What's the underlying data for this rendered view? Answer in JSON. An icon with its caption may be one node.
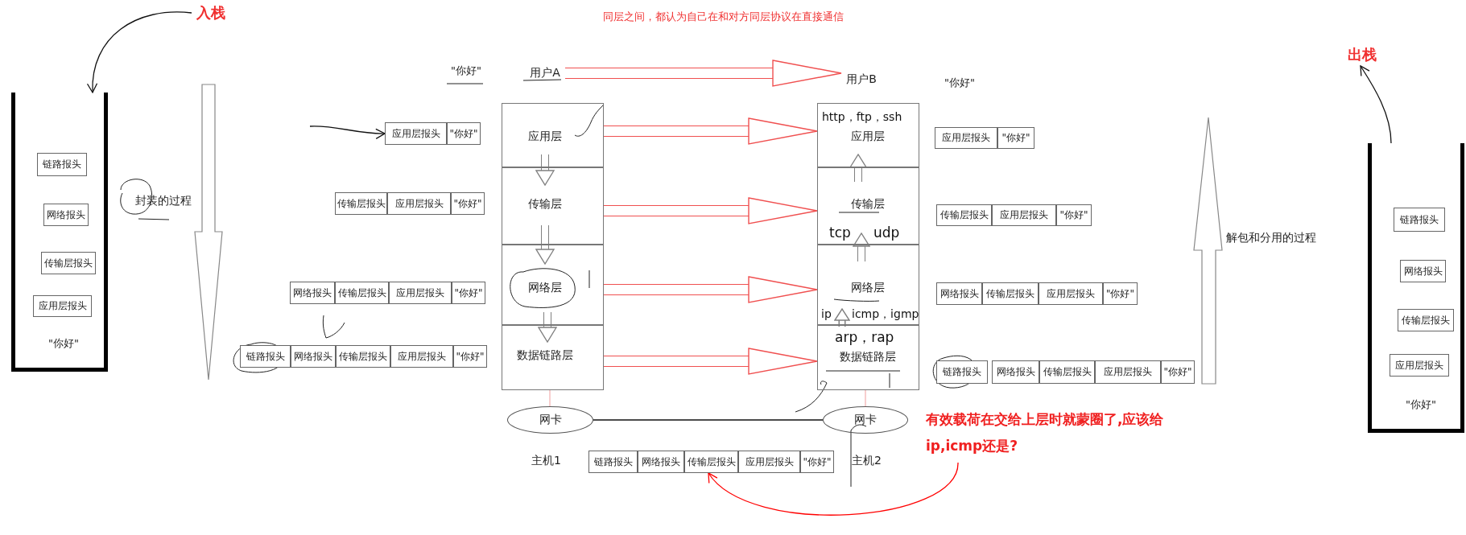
{
  "diagram": {
    "title": "同层之间，都认为自己在和对方同层协议在直接通信",
    "nodes": [
      {
        "text": [
          "入栈"
        ]
      },
      {
        "text": [
          "\"你好\""
        ]
      },
      {
        "text": [
          "链路报头"
        ],
        "in": 1
      },
      {
        "text": [
          "网络报头"
        ],
        "in": 1
      },
      {
        "text": [
          "传输层报头"
        ],
        "in": 1
      },
      {
        "text": [
          "应用层报头"
        ],
        "in": 1
      },
      {
        "text": [
          "用户A"
        ]
      },
      {
        "text": [
          "应用层"
        ]
      },
      {
        "text": [
          "传输层"
        ]
      },
      {
        "text": [
          "网络层"
        ]
      },
      {
        "text": [
          "数据链路层"
        ]
      },
      {
        "text": [
          "网卡"
        ]
      },
      {
        "text": [
          "用户B"
        ]
      },
      {
        "text": [
          "http，ftp，ssh",
          "应用层"
        ]
      },
      {
        "text": [
          "传输层",
          "tcp",
          "udp"
        ]
      },
      {
        "text": [
          "网络层",
          "ip",
          "icmp，igmp"
        ]
      },
      {
        "text": [
          "arp，rap",
          "数据链路层"
        ]
      },
      {
        "text": [
          "网卡"
        ]
      },
      {
        "text": [
          "应用层报头"
        ]
      },
      {
        "text": [
          "\"你好\""
        ]
      },
      {
        "text": [
          "传输层报头"
        ]
      },
      {
        "text": [
          "应用层报头"
        ]
      },
      {
        "text": [
          "\"你好\""
        ]
      },
      {
        "text": [
          "网络报头"
        ]
      },
      {
        "text": [
          "传输层报头"
        ]
      },
      {
        "text": [
          "应用层报头"
        ]
      },
      {
        "text": [
          "\"你好\""
        ]
      },
      {
        "text": [
          "链路报头"
        ]
      },
      {
        "text": [
          "网络报头"
        ]
      },
      {
        "text": [
          "传输层报头"
        ]
      },
      {
        "text": [
          "应用层报头"
        ]
      },
      {
        "text": [
          "\"你好\""
        ]
      },
      {
        "text": [
          "链路报头"
        ]
      },
      {
        "text": [
          "网络报头"
        ]
      },
      {
        "text": [
          "传输层报头"
        ]
      },
      {
        "text": [
          "应用层报头"
        ]
      },
      {
        "text": [
          "\"你好\""
        ]
      },
      {
        "text": [
          "应用层报头"
        ]
      },
      {
        "text": [
          "\"你好\""
        ]
      },
      {
        "text": [
          "传输层报头"
        ]
      },
      {
        "text": [
          "应用层报头"
        ]
      },
      {
        "text": [
          "\"你好\""
        ]
      },
      {
        "text": [
          "网络报头"
        ]
      },
      {
        "text": [
          "传输层报头"
        ]
      },
      {
        "text": [
          "应用层报头"
        ]
      },
      {
        "text": [
          "\"你好\""
        ]
      },
      {
        "text": [
          "链路报头"
        ]
      },
      {
        "text": [
          "网络报头"
        ]
      },
      {
        "text": [
          "传输层报头"
        ]
      },
      {
        "text": [
          "应用层报头"
        ]
      },
      {
        "text": [
          "\"你好\""
        ]
      },
      {
        "text": [
          "有效载荷在交给上层时就蒙圈了,应该给ip,icmp还是?"
        ]
      },
      {
        "text": [
          "出栈"
        ]
      },
      {
        "text": [
          "\"你好\""
        ]
      },
      {
        "text": [
          "链路报头"
        ],
        "in": 53
      },
      {
        "text": [
          "网络报头"
        ],
        "in": 53
      },
      {
        "text": [
          "传输层报头"
        ],
        "in": 53
      },
      {
        "text": [
          "应用层报头"
        ],
        "in": 53
      }
    ],
    "edges": [
      {
        "from": 0,
        "to": 1,
        "arrow": "to"
      },
      {
        "from": null,
        "to": 18,
        "arrow": "to"
      },
      {
        "from": 6,
        "to": 12,
        "arrow": "to",
        "style": "thick",
        "color": "#f05050"
      },
      {
        "from": 7,
        "to": 13,
        "arrow": "to",
        "style": "thick",
        "color": "#f05050"
      },
      {
        "from": 8,
        "to": 14,
        "arrow": "to",
        "style": "thick",
        "color": "#f05050"
      },
      {
        "from": 9,
        "to": 15,
        "arrow": "to",
        "style": "thick",
        "color": "#f05050"
      },
      {
        "from": 10,
        "to": 16,
        "arrow": "to",
        "style": "thick",
        "color": "#f05050"
      },
      {
        "from": 7,
        "to": 8,
        "arrow": "to",
        "style": "thick",
        "color": "#808080"
      },
      {
        "from": 8,
        "to": 9,
        "arrow": "to",
        "style": "thick",
        "color": "#808080"
      },
      {
        "from": 9,
        "to": 10,
        "arrow": "to",
        "style": "thick",
        "color": "#808080"
      },
      {
        "from": 16,
        "to": 15,
        "arrow": "to",
        "style": "thick",
        "color": "#808080"
      },
      {
        "from": 15,
        "to": 14,
        "arrow": "to",
        "style": "thick",
        "color": "#808080"
      },
      {
        "from": 14,
        "to": 13,
        "arrow": "to",
        "style": "thick",
        "color": "#808080"
      },
      {
        "from": 10,
        "to": 11,
        "arrow": "none",
        "color": "#f4b4b4"
      },
      {
        "from": 16,
        "to": 17,
        "arrow": "none",
        "color": "#f4b4b4"
      },
      {
        "from": 11,
        "to": 17,
        "arrow": "none"
      },
      {
        "from": 51,
        "to": 34,
        "arrow": "to",
        "color": "#ff0000"
      },
      {
        "from": 53,
        "to": 52,
        "arrow": "to"
      }
    ],
    "labels": [
      "\"你好\"",
      "\"你好\"",
      "封装的过程",
      "解包和分用的过程",
      "主机1",
      "主机2"
    ]
  }
}
